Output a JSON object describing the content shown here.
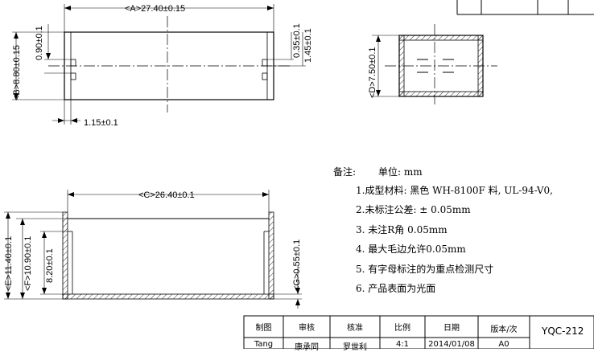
{
  "dimensions": {
    "A": "<A>27.40±0.15",
    "B": "<B>8.80±0.15",
    "C": "<C>26.40±0.1",
    "D": "<D>7.50±0.1",
    "E": "<E>11.40±0.1",
    "F": "<F>10.90±0.1",
    "G": "<G>0.55±0.1",
    "d090": "0.90±0.1",
    "d035": "0.35±0.1",
    "d145": "1.45±0.1",
    "d115": "1.15±0.1",
    "d820": "8.20±0.1"
  },
  "notes": {
    "heading": "备注:",
    "unit": "单位: mm",
    "items": [
      "1.成型材料: 黑色 WH-8100F 料, UL-94-V0,",
      "2.未标注公差:   ±  0.05mm",
      "3.  未注R角  0.05mm",
      "4.  最大毛边允许0.05mm",
      "5.  有字母标注的为重点检测尺寸",
      "6.  产品表面为光面"
    ]
  },
  "title_block": {
    "headers": [
      "制图",
      "审核",
      "核准",
      "比例",
      "日期",
      "版本/次"
    ],
    "values": [
      "Tang",
      "康承同",
      "罗世利",
      "4:1",
      "2014/01/08",
      "A0"
    ],
    "drawing_number": "YQC-212"
  }
}
